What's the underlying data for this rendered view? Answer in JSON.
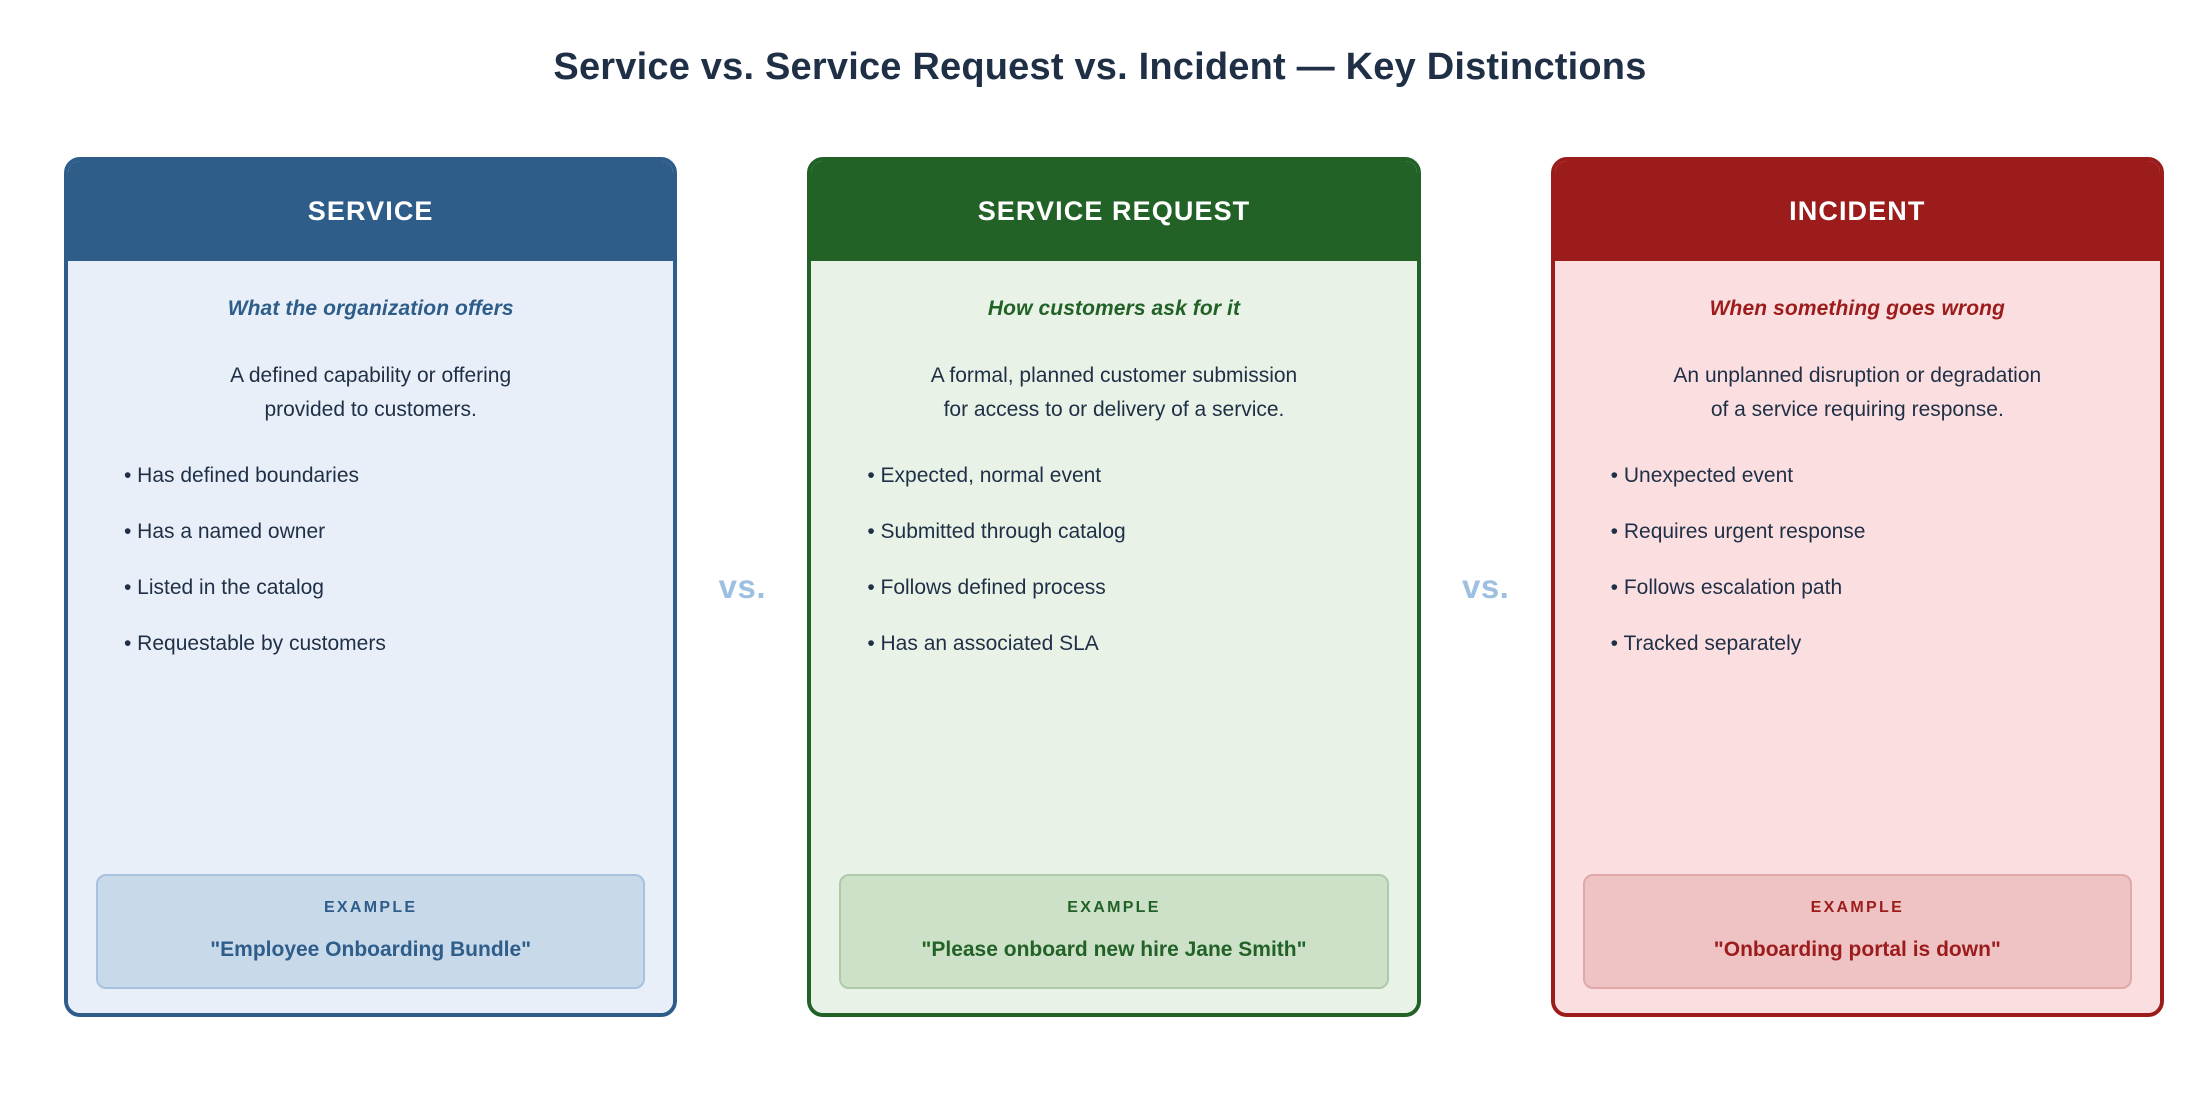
{
  "title": "Service vs. Service Request vs. Incident — Key Distinctions",
  "separator": {
    "label_1": "vs.",
    "label_2": "vs.",
    "color": "#9dbfe0"
  },
  "colors": {
    "body_text": "#1f2f46",
    "title_text": "#1f2f46",
    "page_background": "#ffffff"
  },
  "cards": [
    {
      "header": "SERVICE",
      "subtitle": "What the organization offers",
      "description": "A defined capability or offering\nprovided to customers.",
      "bullets": [
        "• Has defined boundaries",
        "• Has a named owner",
        "• Listed in the catalog",
        "• Requestable by customers"
      ],
      "example_label": "EXAMPLE",
      "example_text": "\"Employee Onboarding Bundle\"",
      "accent": "#2e5d8a",
      "body_bg": "#e8eff8",
      "example_bg": "#c8d9ea",
      "example_border": "#a8c2dd"
    },
    {
      "header": "SERVICE REQUEST",
      "subtitle": "How customers ask for it",
      "description": "A formal, planned customer submission\nfor access to or delivery of a service.",
      "bullets": [
        "• Expected, normal event",
        "• Submitted through catalog",
        "• Follows defined process",
        "• Has an associated SLA"
      ],
      "example_label": "EXAMPLE",
      "example_text": "\"Please onboard new hire Jane Smith\"",
      "accent": "#226227",
      "body_bg": "#e8f2e6",
      "example_bg": "#cde1c9",
      "example_border": "#aecaa8"
    },
    {
      "header": "INCIDENT",
      "subtitle": "When something goes wrong",
      "description": "An unplanned disruption or degradation\nof a service requiring response.",
      "bullets": [
        "• Unexpected event",
        "• Requires urgent response",
        "• Follows escalation path",
        "• Tracked separately"
      ],
      "example_label": "EXAMPLE",
      "example_text": "\"Onboarding portal is down\"",
      "accent": "#9c1c1c",
      "body_bg": "#fbdfe0",
      "example_bg": "#efc3c4",
      "example_border": "#dfa9aa"
    }
  ]
}
